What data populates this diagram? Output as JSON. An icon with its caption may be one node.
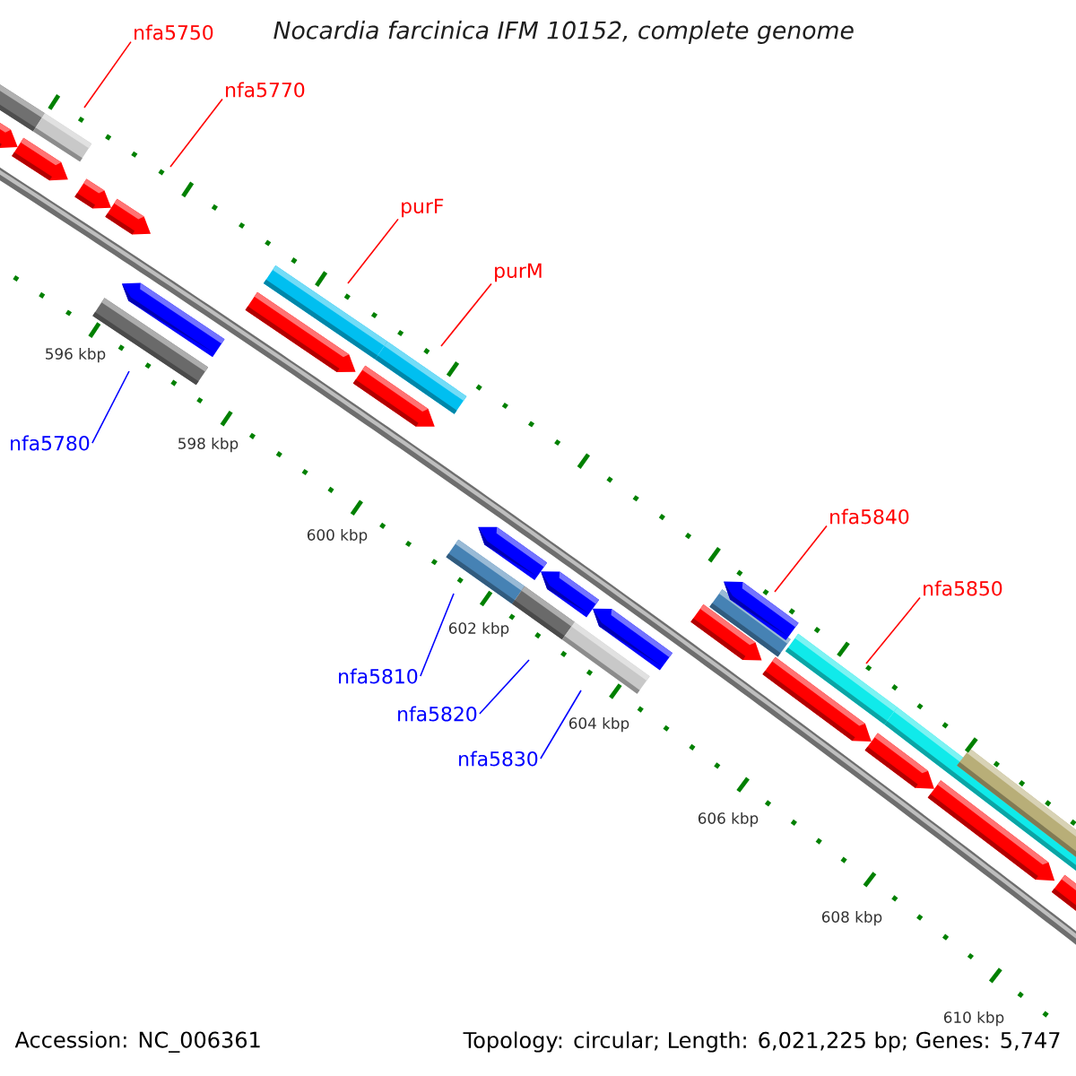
{
  "diagram": {
    "title": "Nocardia farcinica IFM 10152, complete genome",
    "nodes": [
      {
        "text": [
          "nfa5750"
        ]
      },
      {
        "text": [
          "nfa5770"
        ]
      },
      {
        "text": [
          "purF"
        ]
      },
      {
        "text": [
          "purM"
        ]
      },
      {
        "text": [
          "nfa5780"
        ]
      },
      {
        "text": [
          "nfa5840"
        ]
      },
      {
        "text": [
          "nfa5850"
        ]
      },
      {
        "text": [
          "nfa5810"
        ]
      },
      {
        "text": [
          "nfa5820"
        ]
      },
      {
        "text": [
          "nfa5830"
        ]
      }
    ],
    "edges": [
      {
        "from": 0,
        "to": null,
        "arrow": "none"
      },
      {
        "from": 1,
        "to": null,
        "arrow": "none"
      },
      {
        "from": 2,
        "to": null,
        "arrow": "none"
      },
      {
        "from": 3,
        "to": null,
        "arrow": "none"
      },
      {
        "from": 4,
        "to": null,
        "arrow": "none",
        "color": "#0000ff"
      },
      {
        "from": 5,
        "to": null,
        "arrow": "none"
      },
      {
        "from": 6,
        "to": null,
        "arrow": "none"
      },
      {
        "from": 7,
        "to": null,
        "arrow": "none",
        "color": "#0000ff"
      },
      {
        "from": 8,
        "to": null,
        "arrow": "none",
        "color": "#0000ff"
      },
      {
        "from": 9,
        "to": null,
        "arrow": "none",
        "color": "#0000ff"
      }
    ],
    "labels": [
      "596 kbp",
      "598 kbp",
      "600 kbp",
      "602 kbp",
      "604 kbp",
      "606 kbp",
      "608 kbp",
      "610 kbp",
      "Accession: NC_006361",
      "Topology: circular; Length: 6,021,225 bp; Genes: 5,747"
    ]
  }
}
